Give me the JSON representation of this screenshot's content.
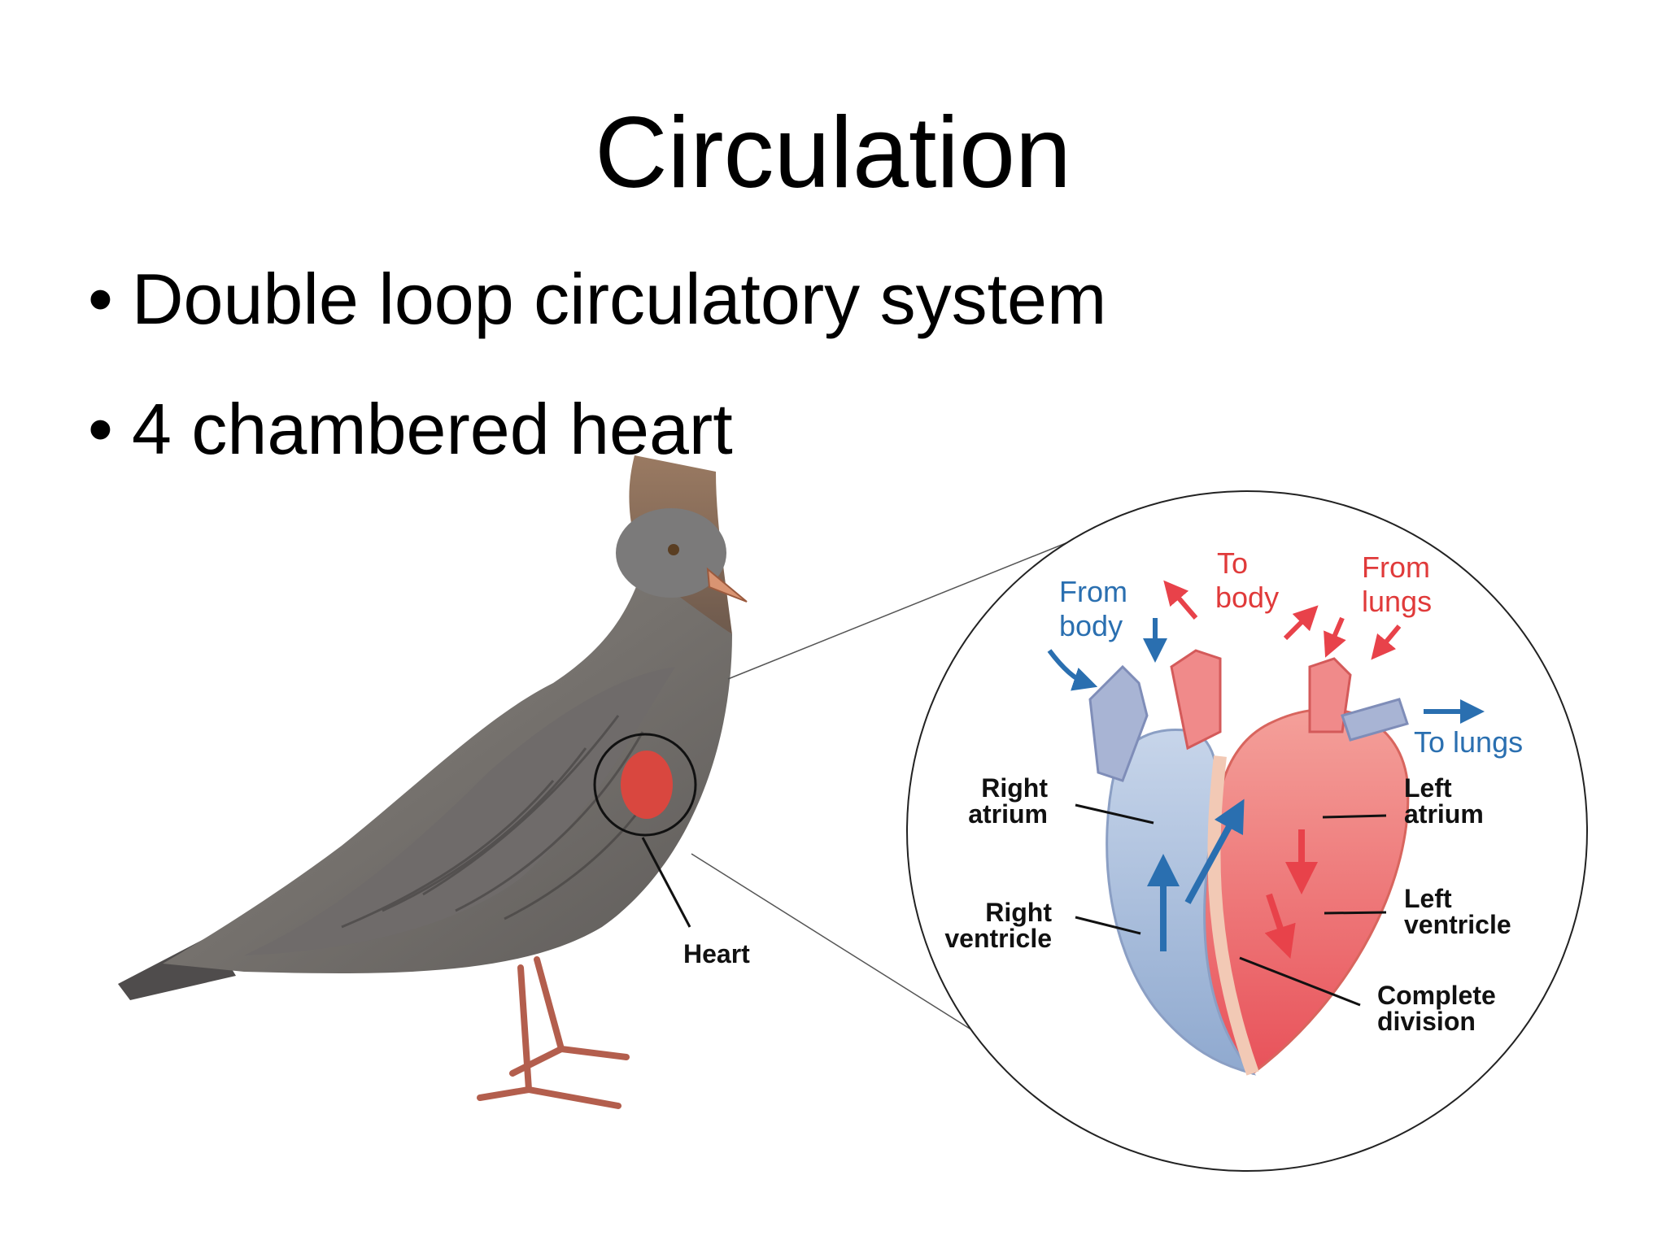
{
  "slide": {
    "title": "Circulation",
    "bullets": [
      {
        "marker": "•",
        "text": "Double loop circulatory system"
      },
      {
        "marker": "•",
        "text": "4 chambered heart"
      }
    ]
  },
  "figure": {
    "bird_label": "Heart",
    "flow_labels": {
      "from_body": [
        "From",
        "body"
      ],
      "to_body": [
        "To",
        "body"
      ],
      "from_lungs": [
        "From",
        "lungs"
      ],
      "to_lungs": "To lungs"
    },
    "chamber_labels": {
      "right_atrium": [
        "Right",
        "atrium"
      ],
      "right_ventricle": [
        "Right",
        "ventricle"
      ],
      "left_atrium": [
        "Left",
        "atrium"
      ],
      "left_ventricle": [
        "Left",
        "ventricle"
      ],
      "complete_division": [
        "Complete",
        "division"
      ]
    },
    "colors": {
      "oxygenated": "#e8424a",
      "deoxygenated": "#2a6fb0"
    }
  }
}
